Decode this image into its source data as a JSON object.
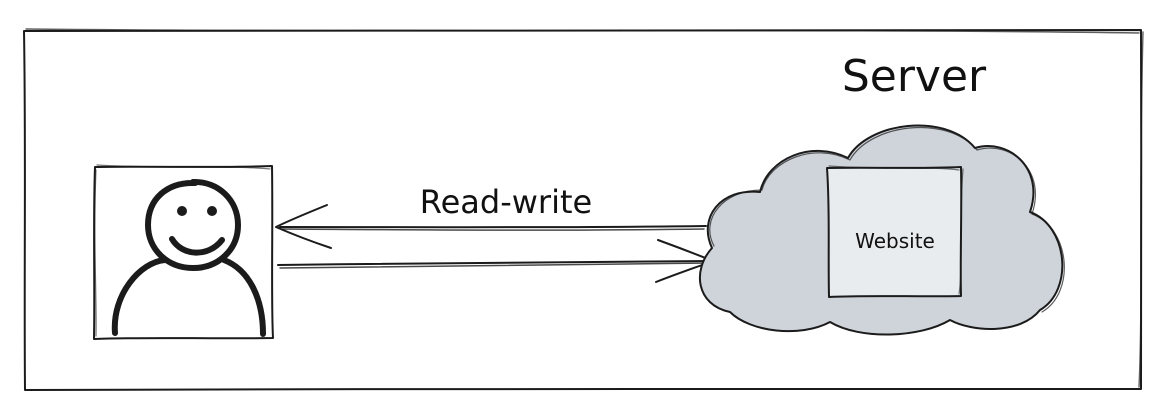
{
  "diagram": {
    "server_label": "Server",
    "arrow_label": "Read-write",
    "website_label": "Website"
  },
  "colors": {
    "ink": "#1b1b1b",
    "cloud_fill": "#ced4da",
    "website_fill": "#e9ecef",
    "background": "#ffffff"
  },
  "icons": {
    "user": "user-icon",
    "cloud": "cloud-icon"
  }
}
